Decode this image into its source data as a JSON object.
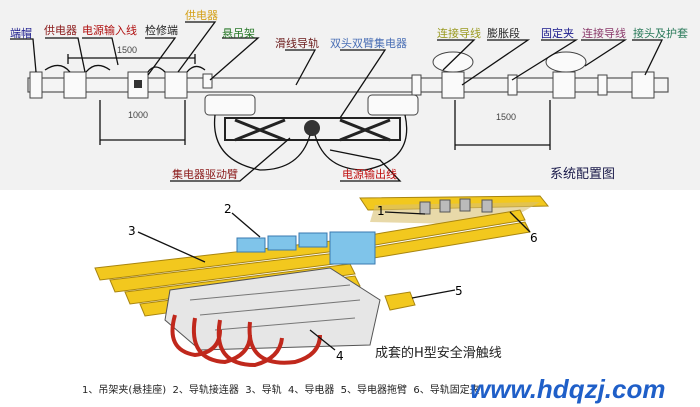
{
  "top_labels": {
    "end_cap": "端帽",
    "power_feeder_1": "供电器",
    "power_input_line": "电源输入线",
    "maintenance_end": "检修端",
    "power_feeder_2": "供电器",
    "hanger": "悬吊架",
    "conductor_rail": "滑线导轨",
    "double_collector": "双头双臂集电器",
    "connecting_wire_1": "连接导线",
    "expansion_section": "膨胀段",
    "fixed_clamp": "固定夹",
    "connecting_wire_2": "连接导线",
    "joint_and_cover": "接头及护套",
    "collector_drive_arm": "集电器驱动臂",
    "power_output_line": "电源输出线"
  },
  "dimensions": {
    "left_top": "1500",
    "left_bottom": "1000",
    "right": "1500"
  },
  "section_title": "系统配置图",
  "callout_numbers": [
    "1",
    "2",
    "3",
    "4",
    "5",
    "6"
  ],
  "illustration_caption": "成套的H型安全滑触线",
  "legend": "1、吊架夹(悬挂座)  2、导轨接连器  3、导轨  4、导电器  5、导电器拖臂  6、导轨固定夹",
  "watermark": "www.hdqzj.com",
  "colors": {
    "end_cap": "#1a1a8c",
    "feeder": "#8b1a1a",
    "yellow_label": "#d4a017",
    "green_label": "#2a7a2a",
    "blue_label": "#4a6fb5",
    "olive_label": "#9a9a20",
    "rail_yellow": "#f2c81e",
    "connector_blue": "#7fc4ea",
    "cable_red": "#c0281c",
    "watermark": "#1f5fc8"
  }
}
